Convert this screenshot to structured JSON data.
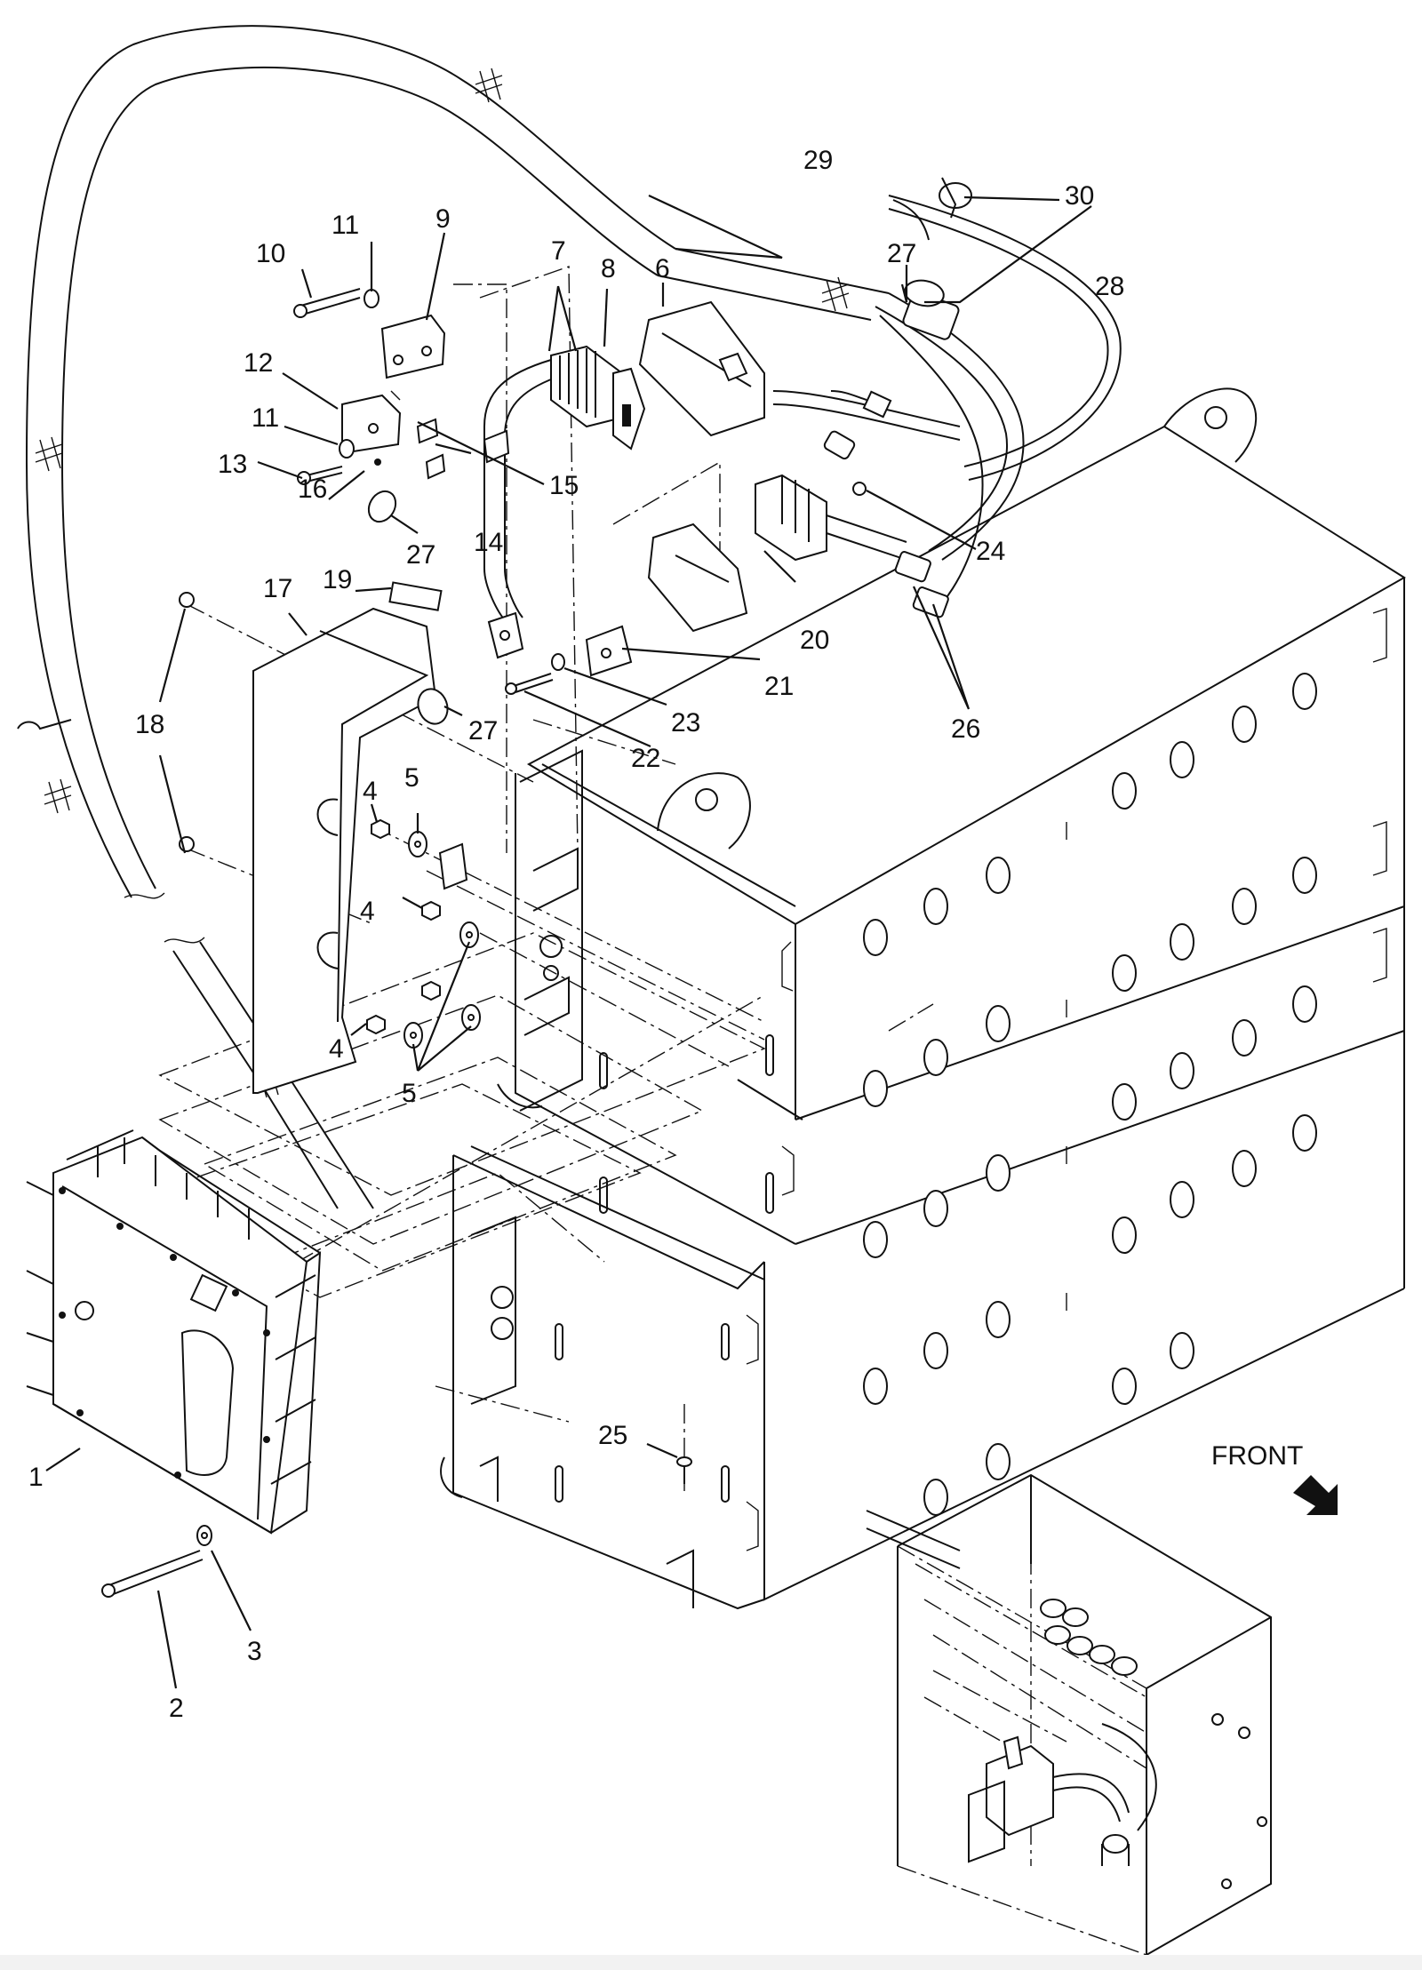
{
  "callouts": [
    {
      "id": "1",
      "text": "1"
    },
    {
      "id": "2",
      "text": "2"
    },
    {
      "id": "3",
      "text": "3"
    },
    {
      "id": "4a",
      "text": "4"
    },
    {
      "id": "4b",
      "text": "4"
    },
    {
      "id": "4c",
      "text": "4"
    },
    {
      "id": "5a",
      "text": "5"
    },
    {
      "id": "5b",
      "text": "5"
    },
    {
      "id": "6",
      "text": "6"
    },
    {
      "id": "7",
      "text": "7"
    },
    {
      "id": "8",
      "text": "8"
    },
    {
      "id": "9",
      "text": "9"
    },
    {
      "id": "10",
      "text": "10"
    },
    {
      "id": "11a",
      "text": "11"
    },
    {
      "id": "11b",
      "text": "11"
    },
    {
      "id": "12",
      "text": "12"
    },
    {
      "id": "13",
      "text": "13"
    },
    {
      "id": "14",
      "text": "14"
    },
    {
      "id": "15",
      "text": "15"
    },
    {
      "id": "16",
      "text": "16"
    },
    {
      "id": "17",
      "text": "17"
    },
    {
      "id": "18a",
      "text": "18"
    },
    {
      "id": "19",
      "text": "19"
    },
    {
      "id": "20",
      "text": "20"
    },
    {
      "id": "21",
      "text": "21"
    },
    {
      "id": "22",
      "text": "22"
    },
    {
      "id": "23",
      "text": "23"
    },
    {
      "id": "24",
      "text": "24"
    },
    {
      "id": "25",
      "text": "25"
    },
    {
      "id": "26",
      "text": "26"
    },
    {
      "id": "27a",
      "text": "27"
    },
    {
      "id": "27b",
      "text": "27"
    },
    {
      "id": "27c",
      "text": "27"
    },
    {
      "id": "28",
      "text": "28"
    },
    {
      "id": "29",
      "text": "29"
    },
    {
      "id": "30",
      "text": "30"
    }
  ],
  "direction_label": "FRONT",
  "icons": {
    "front_arrow": "arrow-down-right-icon"
  }
}
